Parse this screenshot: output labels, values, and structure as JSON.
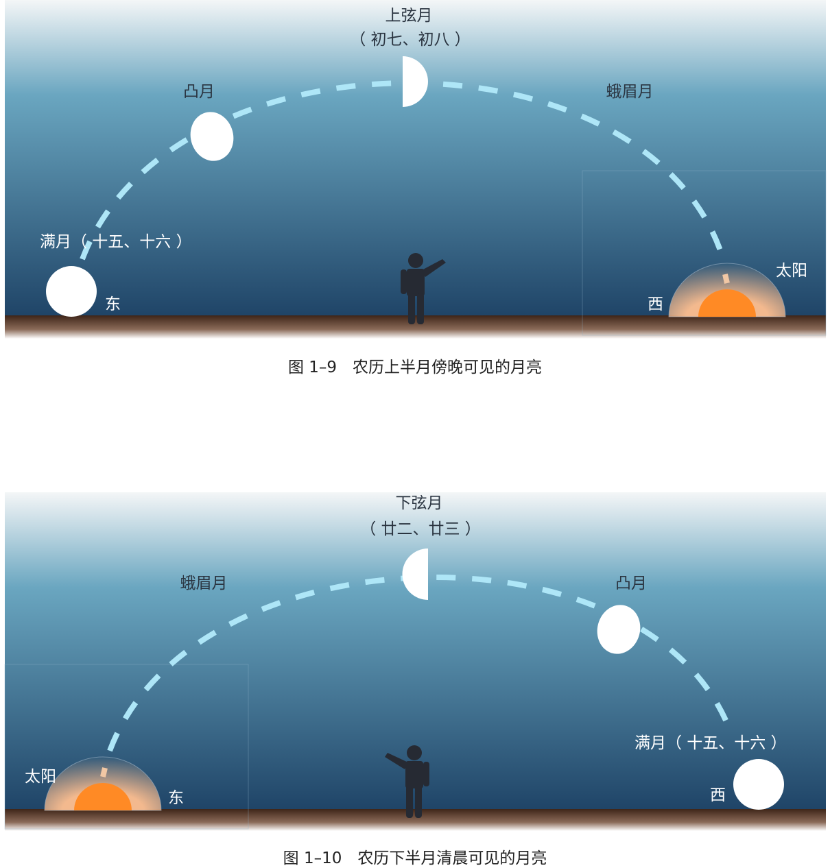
{
  "figure1": {
    "caption": "图 1–9　农历上半月傍晚可见的月亮",
    "first_quarter": "上弦月",
    "first_quarter_days": "（ 初七、初八 ）",
    "gibbous": "凸月",
    "crescent": "蛾眉月",
    "full_moon": "满月（ 十五、十六 ）",
    "east": "东",
    "west": "西",
    "sun": "太阳"
  },
  "figure2": {
    "caption": "图 1–10　农历下半月清晨可见的月亮",
    "last_quarter": "下弦月",
    "last_quarter_days": "（ 廿二、廿三 ）",
    "crescent": "蛾眉月",
    "gibbous": "凸月",
    "full_moon": "满月（ 十五、十六 ）",
    "east": "东",
    "west": "西",
    "sun": "太阳"
  },
  "colors": {
    "sky_top": "#f4f6f7",
    "sky_mid": "#6aa6c0",
    "sky_bottom": "#1f4467",
    "ground": "#4a2e22",
    "sun": "#ff8a25",
    "path": "#aee6f7"
  }
}
